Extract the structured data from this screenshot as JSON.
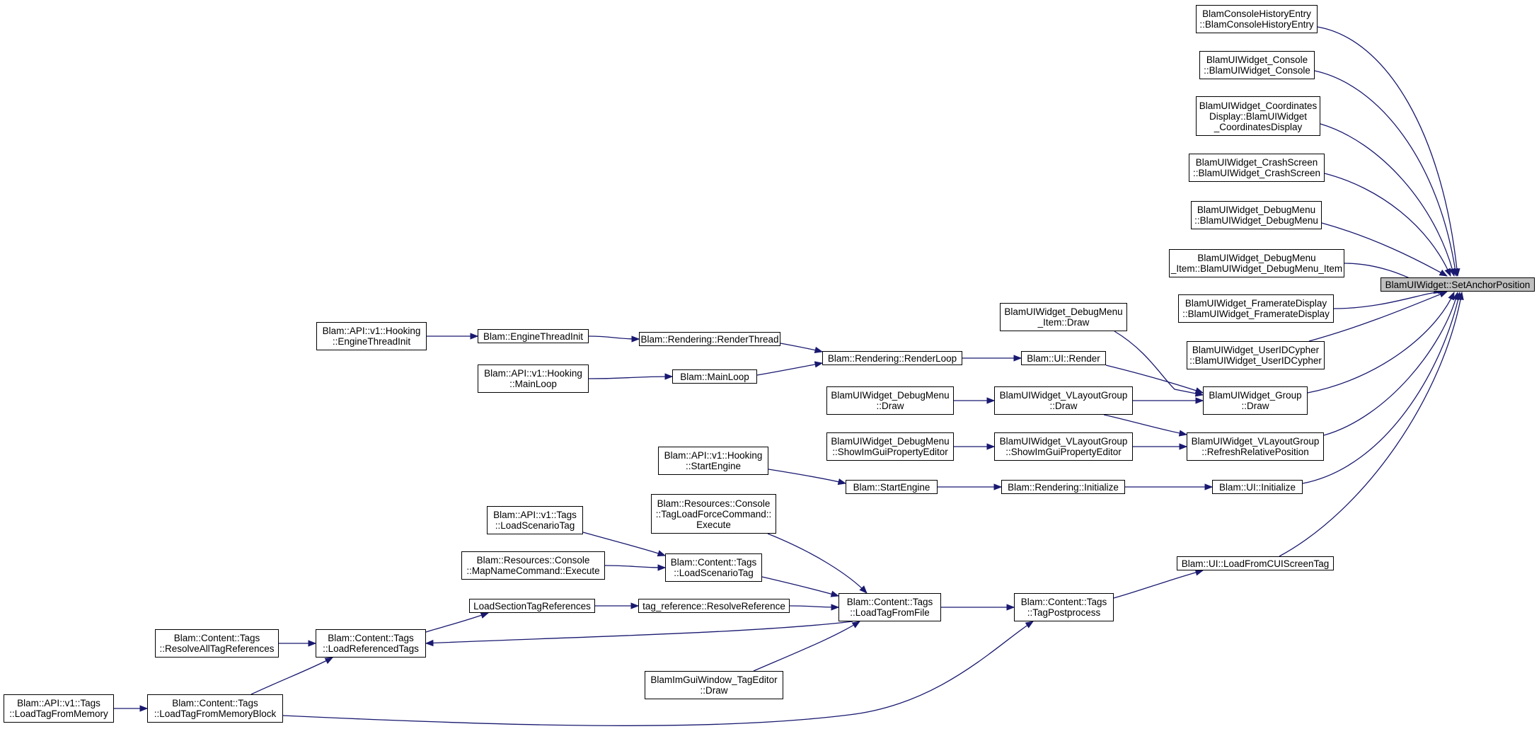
{
  "colors": {
    "edge": "#191970",
    "focus_fill": "#bfbfbf",
    "node_border": "#000000"
  },
  "nodes": [
    {
      "id": "setanchor",
      "lines": [
        "BlamUIWidget::SetAnchorPosition"
      ],
      "focus": true
    },
    {
      "id": "consolehist",
      "lines": [
        "BlamConsoleHistoryEntry",
        "::BlamConsoleHistoryEntry"
      ]
    },
    {
      "id": "console",
      "lines": [
        "BlamUIWidget_Console",
        "::BlamUIWidget_Console"
      ]
    },
    {
      "id": "coords",
      "lines": [
        "BlamUIWidget_Coordinates",
        "Display::BlamUIWidget",
        "_CoordinatesDisplay"
      ]
    },
    {
      "id": "crash",
      "lines": [
        "BlamUIWidget_CrashScreen",
        "::BlamUIWidget_CrashScreen"
      ]
    },
    {
      "id": "debugmenu",
      "lines": [
        "BlamUIWidget_DebugMenu",
        "::BlamUIWidget_DebugMenu"
      ]
    },
    {
      "id": "dmitem",
      "lines": [
        "BlamUIWidget_DebugMenu",
        "_Item::BlamUIWidget_DebugMenu_Item"
      ]
    },
    {
      "id": "framerate",
      "lines": [
        "BlamUIWidget_FramerateDisplay",
        "::BlamUIWidget_FramerateDisplay"
      ]
    },
    {
      "id": "userid",
      "lines": [
        "BlamUIWidget_UserIDCypher",
        "::BlamUIWidget_UserIDCypher"
      ]
    },
    {
      "id": "groupdraw",
      "lines": [
        "BlamUIWidget_Group",
        "::Draw"
      ]
    },
    {
      "id": "refreshrel",
      "lines": [
        "BlamUIWidget_VLayoutGroup",
        "::RefreshRelativePosition"
      ]
    },
    {
      "id": "uiinit",
      "lines": [
        "Blam::UI::Initialize"
      ]
    },
    {
      "id": "loadcui",
      "lines": [
        "Blam::UI::LoadFromCUIScreenTag"
      ]
    },
    {
      "id": "dmitemdraw",
      "lines": [
        "BlamUIWidget_DebugMenu",
        "_Item::Draw"
      ]
    },
    {
      "id": "uirender",
      "lines": [
        "Blam::UI::Render"
      ]
    },
    {
      "id": "vlgdraw",
      "lines": [
        "BlamUIWidget_VLayoutGroup",
        "::Draw"
      ]
    },
    {
      "id": "vlgshow",
      "lines": [
        "BlamUIWidget_VLayoutGroup",
        "::ShowImGuiPropertyEditor"
      ]
    },
    {
      "id": "renderinit",
      "lines": [
        "Blam::Rendering::Initialize"
      ]
    },
    {
      "id": "tagpost",
      "lines": [
        "Blam::Content::Tags",
        "::TagPostprocess"
      ]
    },
    {
      "id": "renderloop",
      "lines": [
        "Blam::Rendering::RenderLoop"
      ]
    },
    {
      "id": "dmdraw",
      "lines": [
        "BlamUIWidget_DebugMenu",
        "::Draw"
      ]
    },
    {
      "id": "dmshow",
      "lines": [
        "BlamUIWidget_DebugMenu",
        "::ShowImGuiPropertyEditor"
      ]
    },
    {
      "id": "startengine",
      "lines": [
        "Blam::StartEngine"
      ]
    },
    {
      "id": "loadtagfile",
      "lines": [
        "Blam::Content::Tags",
        "::LoadTagFromFile"
      ]
    },
    {
      "id": "renderthread",
      "lines": [
        "Blam::Rendering::RenderThread"
      ]
    },
    {
      "id": "mainloop",
      "lines": [
        "Blam::MainLoop"
      ]
    },
    {
      "id": "apistartengine",
      "lines": [
        "Blam::API::v1::Hooking",
        "::StartEngine"
      ]
    },
    {
      "id": "tagloadforce",
      "lines": [
        "Blam::Resources::Console",
        "::TagLoadForceCommand::",
        "Execute"
      ]
    },
    {
      "id": "loadscenario",
      "lines": [
        "Blam::Content::Tags",
        "::LoadScenarioTag"
      ]
    },
    {
      "id": "resolveref",
      "lines": [
        "tag_reference::ResolveReference"
      ]
    },
    {
      "id": "imguitageditor",
      "lines": [
        "BlamImGuiWindow_TagEditor",
        "::Draw"
      ]
    },
    {
      "id": "enginethreadinit",
      "lines": [
        "Blam::EngineThreadInit"
      ]
    },
    {
      "id": "apimainloop",
      "lines": [
        "Blam::API::v1::Hooking",
        "::MainLoop"
      ]
    },
    {
      "id": "apiloadscenario",
      "lines": [
        "Blam::API::v1::Tags",
        "::LoadScenarioTag"
      ]
    },
    {
      "id": "mapname",
      "lines": [
        "Blam::Resources::Console",
        "::MapNameCommand::Execute"
      ]
    },
    {
      "id": "loadsection",
      "lines": [
        "LoadSectionTagReferences"
      ]
    },
    {
      "id": "loadreferenced",
      "lines": [
        "Blam::Content::Tags",
        "::LoadReferencedTags"
      ]
    },
    {
      "id": "loadtagmemblock",
      "lines": [
        "Blam::Content::Tags",
        "::LoadTagFromMemoryBlock"
      ]
    },
    {
      "id": "apienginethreadinit",
      "lines": [
        "Blam::API::v1::Hooking",
        "::EngineThreadInit"
      ]
    },
    {
      "id": "resolveall",
      "lines": [
        "Blam::Content::Tags",
        "::ResolveAllTagReferences"
      ]
    },
    {
      "id": "apiloadtagmem",
      "lines": [
        "Blam::API::v1::Tags",
        "::LoadTagFromMemory"
      ]
    }
  ],
  "edges": [
    {
      "from": "consolehist",
      "to": "setanchor"
    },
    {
      "from": "console",
      "to": "setanchor"
    },
    {
      "from": "coords",
      "to": "setanchor"
    },
    {
      "from": "crash",
      "to": "setanchor"
    },
    {
      "from": "debugmenu",
      "to": "setanchor"
    },
    {
      "from": "dmitem",
      "to": "setanchor"
    },
    {
      "from": "framerate",
      "to": "setanchor"
    },
    {
      "from": "userid",
      "to": "setanchor"
    },
    {
      "from": "groupdraw",
      "to": "setanchor"
    },
    {
      "from": "refreshrel",
      "to": "setanchor"
    },
    {
      "from": "uiinit",
      "to": "setanchor"
    },
    {
      "from": "loadcui",
      "to": "setanchor"
    },
    {
      "from": "dmitemdraw",
      "to": "groupdraw"
    },
    {
      "from": "uirender",
      "to": "groupdraw"
    },
    {
      "from": "vlgdraw",
      "to": "groupdraw"
    },
    {
      "from": "vlgdraw",
      "to": "refreshrel"
    },
    {
      "from": "vlgshow",
      "to": "refreshrel"
    },
    {
      "from": "renderinit",
      "to": "uiinit"
    },
    {
      "from": "tagpost",
      "to": "loadcui"
    },
    {
      "from": "renderloop",
      "to": "uirender"
    },
    {
      "from": "dmdraw",
      "to": "vlgdraw"
    },
    {
      "from": "dmshow",
      "to": "vlgshow"
    },
    {
      "from": "startengine",
      "to": "renderinit"
    },
    {
      "from": "loadtagfile",
      "to": "tagpost"
    },
    {
      "from": "loadtagmemblock",
      "to": "tagpost"
    },
    {
      "from": "renderthread",
      "to": "renderloop"
    },
    {
      "from": "mainloop",
      "to": "renderloop"
    },
    {
      "from": "apistartengine",
      "to": "startengine"
    },
    {
      "from": "tagloadforce",
      "to": "loadtagfile"
    },
    {
      "from": "loadscenario",
      "to": "loadtagfile"
    },
    {
      "from": "resolveref",
      "to": "loadtagfile"
    },
    {
      "from": "imguitageditor",
      "to": "loadtagfile"
    },
    {
      "from": "loadtagfile",
      "to": "loadreferenced"
    },
    {
      "from": "enginethreadinit",
      "to": "renderthread"
    },
    {
      "from": "apimainloop",
      "to": "mainloop"
    },
    {
      "from": "apiloadscenario",
      "to": "loadscenario"
    },
    {
      "from": "mapname",
      "to": "loadscenario"
    },
    {
      "from": "loadsection",
      "to": "resolveref"
    },
    {
      "from": "apienginethreadinit",
      "to": "enginethreadinit"
    },
    {
      "from": "loadreferenced",
      "to": "loadsection"
    },
    {
      "from": "resolveall",
      "to": "loadreferenced"
    },
    {
      "from": "loadtagmemblock",
      "to": "loadreferenced"
    },
    {
      "from": "apiloadtagmem",
      "to": "loadtagmemblock"
    }
  ]
}
